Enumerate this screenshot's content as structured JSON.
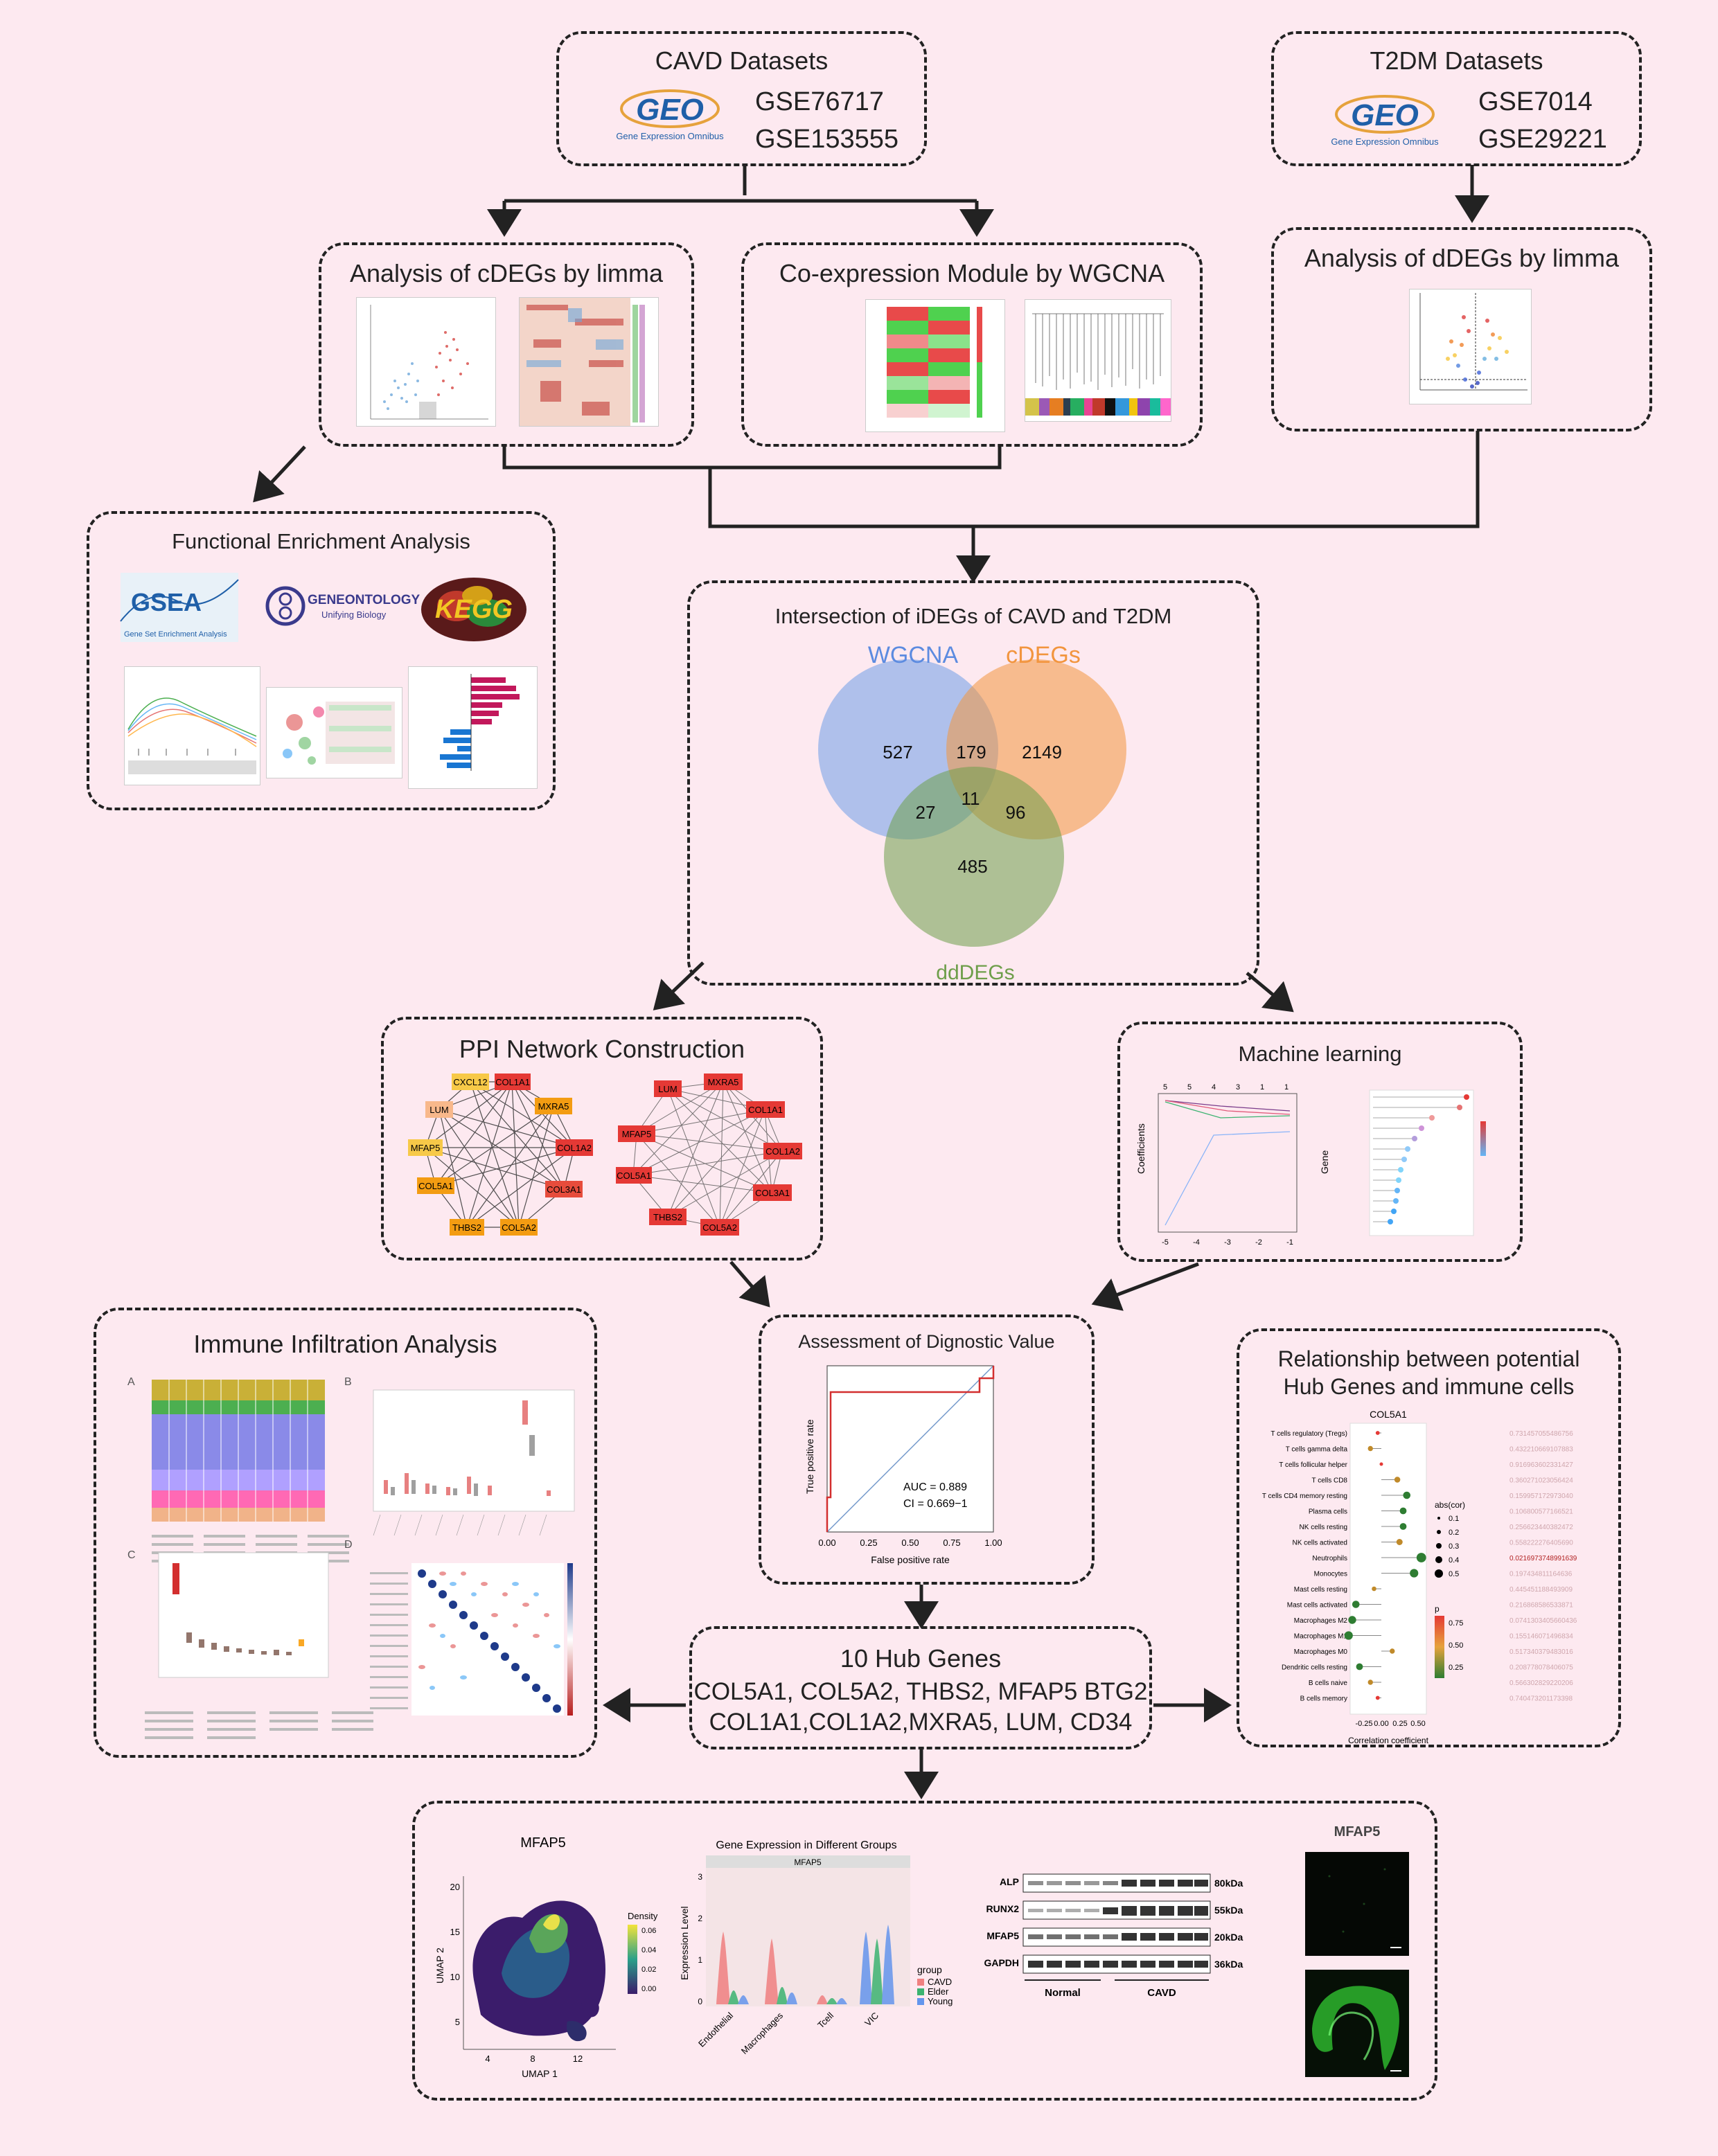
{
  "cavd": {
    "title": "CAVD Datasets",
    "logo_text": "GEO",
    "logo_sub": "Gene Expression Omnibus",
    "ids": [
      "GSE76717",
      "GSE153555"
    ]
  },
  "t2dm": {
    "title": "T2DM Datasets",
    "logo_text": "GEO",
    "logo_sub": "Gene Expression Omnibus",
    "ids": [
      "GSE7014",
      "GSE29221"
    ]
  },
  "cdegs": {
    "title": "Analysis of cDEGs by limma"
  },
  "wgcna": {
    "title": "Co-expression Module by WGCNA"
  },
  "ddegs": {
    "title": "Analysis of dDEGs by limma"
  },
  "enrichment": {
    "title": "Functional Enrichment Analysis",
    "gsea": "GSEA",
    "gsea_sub": "Gene Set Enrichment Analysis",
    "go": "GENEONTOLOGY",
    "go_sub": "Unifying Biology",
    "kegg": "KEGG"
  },
  "venn": {
    "title": "Intersection of iDEGs of CAVD and T2DM",
    "sets": [
      {
        "name": "WGCNA",
        "color": "#6f9ee8"
      },
      {
        "name": "cDEGs",
        "color": "#f2953e"
      },
      {
        "name": "ddDEGs",
        "color": "#6e9e4a"
      }
    ],
    "counts": {
      "wgcna_only": "527",
      "wgcna_cdegs": "179",
      "cdegs_only": "2149",
      "wgcna_dd": "27",
      "all": "11",
      "cdegs_dd": "96",
      "dd_only": "485"
    }
  },
  "ppi": {
    "title": "PPI Network Construction",
    "net1": [
      "COL1A1",
      "MXRA5",
      "COL1A2",
      "COL3A1",
      "COL5A2",
      "THBS2",
      "COL5A1",
      "MFAP5",
      "LUM",
      "CXCL12"
    ],
    "net2": [
      "MXRA5",
      "COL1A1",
      "COL1A2",
      "COL3A1",
      "COL5A2",
      "THBS2",
      "COL5A1",
      "MFAP5",
      "LUM"
    ]
  },
  "ml": {
    "title": "Machine learning",
    "ylabel": "Coefficients",
    "gene_label": "Gene",
    "top_ticks": [
      "5",
      "5",
      "4",
      "3",
      "1",
      "1"
    ],
    "x_ticks": [
      "-5",
      "-4",
      "-3",
      "-2",
      "-1"
    ]
  },
  "immune": {
    "title": "Immune Infiltration Analysis",
    "panels": [
      "A",
      "B",
      "C",
      "D"
    ]
  },
  "roc": {
    "title": "Assessment of Dignostic Value",
    "auc": "AUC = 0.889",
    "ci": "CI = 0.669−1",
    "xlabel": "False positive rate",
    "ylabel": "True positive rate",
    "ticks": [
      "0.00",
      "0.25",
      "0.50",
      "0.75",
      "1.00"
    ]
  },
  "relationship": {
    "title1": "Relationship between potential",
    "title2": "Hub Genes and immune cells",
    "gene": "COL5A1",
    "xlabel": "Correlation coefficient",
    "cells": [
      "T cells regulatory (Tregs)",
      "T cells gamma delta",
      "T cells follicular helper",
      "T cells CD8",
      "T cells CD4 memory resting",
      "Plasma cells",
      "NK cells resting",
      "NK cells activated",
      "Neutrophils",
      "Monocytes",
      "Mast cells resting",
      "Mast cells activated",
      "Macrophages M2",
      "Macrophages M1",
      "Macrophages M0",
      "Dendritic cells resting",
      "B cells naive",
      "B cells memory"
    ],
    "corr": [
      -0.05,
      -0.15,
      0.0,
      0.22,
      0.35,
      0.3,
      0.3,
      0.25,
      0.55,
      0.45,
      -0.1,
      -0.35,
      -0.4,
      -0.45,
      0.15,
      -0.3,
      -0.15,
      -0.05
    ],
    "pvals": [
      "0.731457055486756",
      "0.432210669107883",
      "0.916963602331427",
      "0.360271023056424",
      "0.159957172973040",
      "0.106800577166521",
      "0.256623440382472",
      "0.558222276405690",
      "0.0216973748991639",
      "0.197434811164636",
      "0.445451188493909",
      "0.216868586533871",
      "0.0741303405660436",
      "0.155146071496834",
      "0.517340379483016",
      "0.208778078406075",
      "0.566302829220206",
      "0.740473201173398"
    ],
    "legend_abs": "abs(cor)",
    "abs_vals": [
      "0.1",
      "0.2",
      "0.3",
      "0.4",
      "0.5"
    ],
    "legend_p": "p",
    "p_vals": [
      "0.75",
      "0.50",
      "0.25"
    ],
    "x_ticks": [
      "-0.25",
      "0.00",
      "0.25",
      "0.50"
    ]
  },
  "hub": {
    "title": "10 Hub Genes",
    "line1": "COL5A1, COL5A2, THBS2, MFAP5 BTG2",
    "line2": "COL1A1,COL1A2,MXRA5, LUM, CD34"
  },
  "bottom": {
    "umap_title": "MFAP5",
    "umap_x": "UMAP 1",
    "umap_y": "UMAP 2",
    "umap_xticks": [
      "4",
      "8",
      "12"
    ],
    "umap_yticks": [
      "20",
      "15",
      "10",
      "5"
    ],
    "density_label": "Density",
    "density_ticks": [
      "0.06",
      "0.04",
      "0.02",
      "0.00"
    ],
    "violin_title": "Gene Expression in Different Groups",
    "violin_strip": "MFAP5",
    "violin_y": "Expression Level",
    "violin_yticks": [
      "3",
      "2",
      "1",
      "0"
    ],
    "violin_x": [
      "Endothelial",
      "Macrophages",
      "Tcell",
      "VIC"
    ],
    "group_label": "group",
    "groups": [
      {
        "name": "CAVD",
        "color": "#f08080"
      },
      {
        "name": "Elder",
        "color": "#3cb371"
      },
      {
        "name": "Young",
        "color": "#6495ed"
      }
    ],
    "wb_rows": [
      {
        "name": "ALP",
        "kda": "80kDa"
      },
      {
        "name": "RUNX2",
        "kda": "55kDa"
      },
      {
        "name": "MFAP5",
        "kda": "20kDa"
      },
      {
        "name": "GAPDH",
        "kda": "36kDa"
      }
    ],
    "wb_groups": [
      "Normal",
      "CAVD"
    ],
    "if_title": "MFAP5"
  }
}
